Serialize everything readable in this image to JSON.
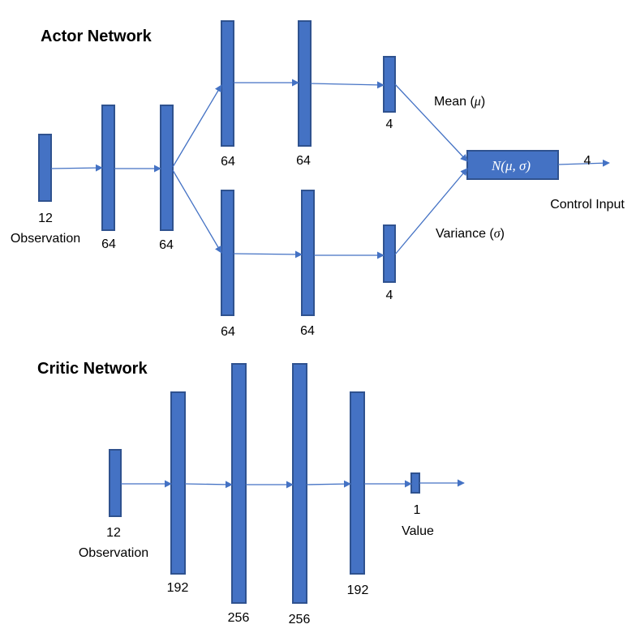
{
  "actor": {
    "title": "Actor Network",
    "input_size": "12",
    "input_label": "Observation",
    "hidden1": "64",
    "hidden2": "64",
    "mean_branch": {
      "h1": "64",
      "h2": "64",
      "out": "4",
      "label_text": "Mean (",
      "label_symbol": "μ",
      "label_close": ")"
    },
    "var_branch": {
      "h1": "64",
      "h2": "64",
      "out": "4",
      "label_text": "Variance (",
      "label_symbol": "σ",
      "label_close": ")"
    },
    "distribution": "N(μ, σ)",
    "output_size": "4",
    "output_label": "Control Input"
  },
  "critic": {
    "title": "Critic Network",
    "input_size": "12",
    "input_label": "Observation",
    "hidden1": "192",
    "hidden2": "256",
    "hidden3": "256",
    "hidden4": "192",
    "output_size": "1",
    "output_label": "Value"
  },
  "colors": {
    "layer_fill": "#4472C4",
    "layer_stroke": "#2F528F",
    "edge": "#4472C4"
  }
}
